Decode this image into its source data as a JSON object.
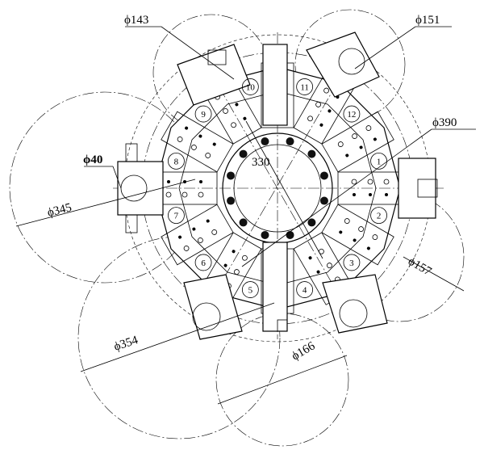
{
  "drawing": {
    "dimensions": {
      "d143": "ϕ143",
      "d151": "ϕ151",
      "d390": "ϕ390",
      "d40": "ϕ40",
      "d345": "ϕ345",
      "d330": "330",
      "d157": "ϕ157",
      "d354": "ϕ354",
      "d166": "ϕ166"
    },
    "station_numbers": [
      "1",
      "2",
      "3",
      "4",
      "5",
      "6",
      "7",
      "8",
      "9",
      "10",
      "11",
      "12"
    ]
  }
}
